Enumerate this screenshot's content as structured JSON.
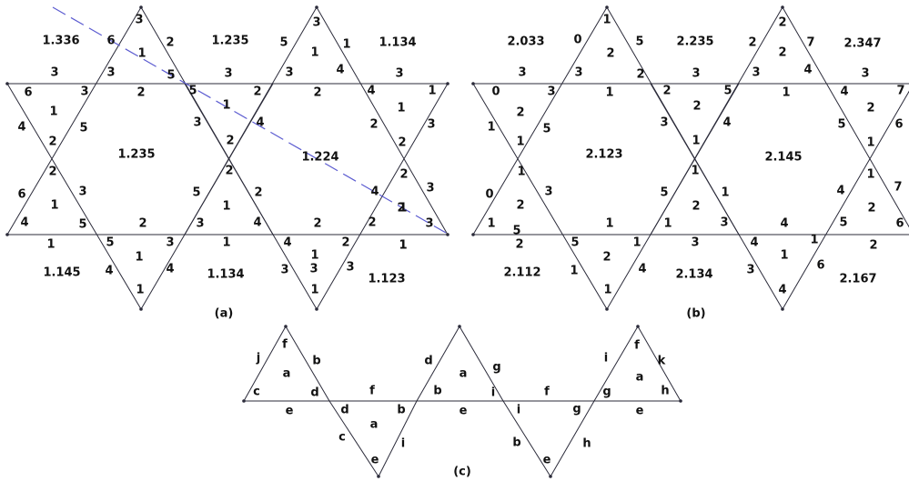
{
  "panels": [
    {
      "id": "a",
      "caption": "(a)",
      "face_labels": [
        "1.336",
        "1.235",
        "1.134",
        "1.235",
        "1.224",
        "1.145",
        "1.134",
        "1.123"
      ],
      "labels": [
        "3",
        "2",
        "6",
        "1",
        "5",
        "5",
        "1",
        "4",
        "1",
        "3",
        "3",
        "3",
        "3",
        "3",
        "3",
        "6",
        "3",
        "2",
        "5",
        "2",
        "2",
        "4",
        "1",
        "1",
        "4",
        "5",
        "1",
        "1",
        "2",
        "2",
        "4",
        "3",
        "3",
        "2",
        "2",
        "2",
        "3",
        "2",
        "1",
        "2",
        "2",
        "6",
        "3",
        "5",
        "2",
        "1",
        "4",
        "1",
        "4",
        "1",
        "5",
        "2",
        "3",
        "4",
        "2",
        "2",
        "3",
        "1",
        "5",
        "3",
        "1",
        "4",
        "2",
        "1",
        "4",
        "1",
        "1",
        "3",
        "4",
        "3",
        "3",
        "1",
        "1"
      ]
    },
    {
      "id": "b",
      "caption": "(b)",
      "face_labels": [
        "2.033",
        "2.235",
        "2.347",
        "2.123",
        "2.145",
        "2.112",
        "2.134",
        "2.167"
      ],
      "labels": [
        "1",
        "0",
        "5",
        "2",
        "2",
        "7",
        "2",
        "2",
        "4",
        "2",
        "3",
        "3",
        "3",
        "3",
        "5",
        "3",
        "0",
        "3",
        "1",
        "2",
        "2",
        "5",
        "1",
        "4",
        "7",
        "2",
        "4",
        "1",
        "5",
        "3",
        "5",
        "2",
        "6",
        "1",
        "1",
        "1",
        "1",
        "1",
        "3",
        "5",
        "1",
        "7",
        "0",
        "2",
        "2",
        "4",
        "1",
        "5",
        "2",
        "6",
        "1",
        "1",
        "1",
        "3",
        "4",
        "1",
        "5",
        "2",
        "1",
        "4",
        "2",
        "3",
        "2",
        "1",
        "4",
        "1",
        "6",
        "1",
        "3",
        "4"
      ]
    },
    {
      "id": "c",
      "caption": "(c)",
      "labels": [
        "f",
        "j",
        "b",
        "a",
        "c",
        "d",
        "f",
        "d",
        "a",
        "g",
        "e",
        "d",
        "b",
        "e",
        "i",
        "i",
        "f",
        "g",
        "e",
        "i",
        "g",
        "k",
        "a",
        "h",
        "f",
        "a",
        "c",
        "b",
        "e",
        "i",
        "b",
        "e",
        "h"
      ]
    }
  ]
}
